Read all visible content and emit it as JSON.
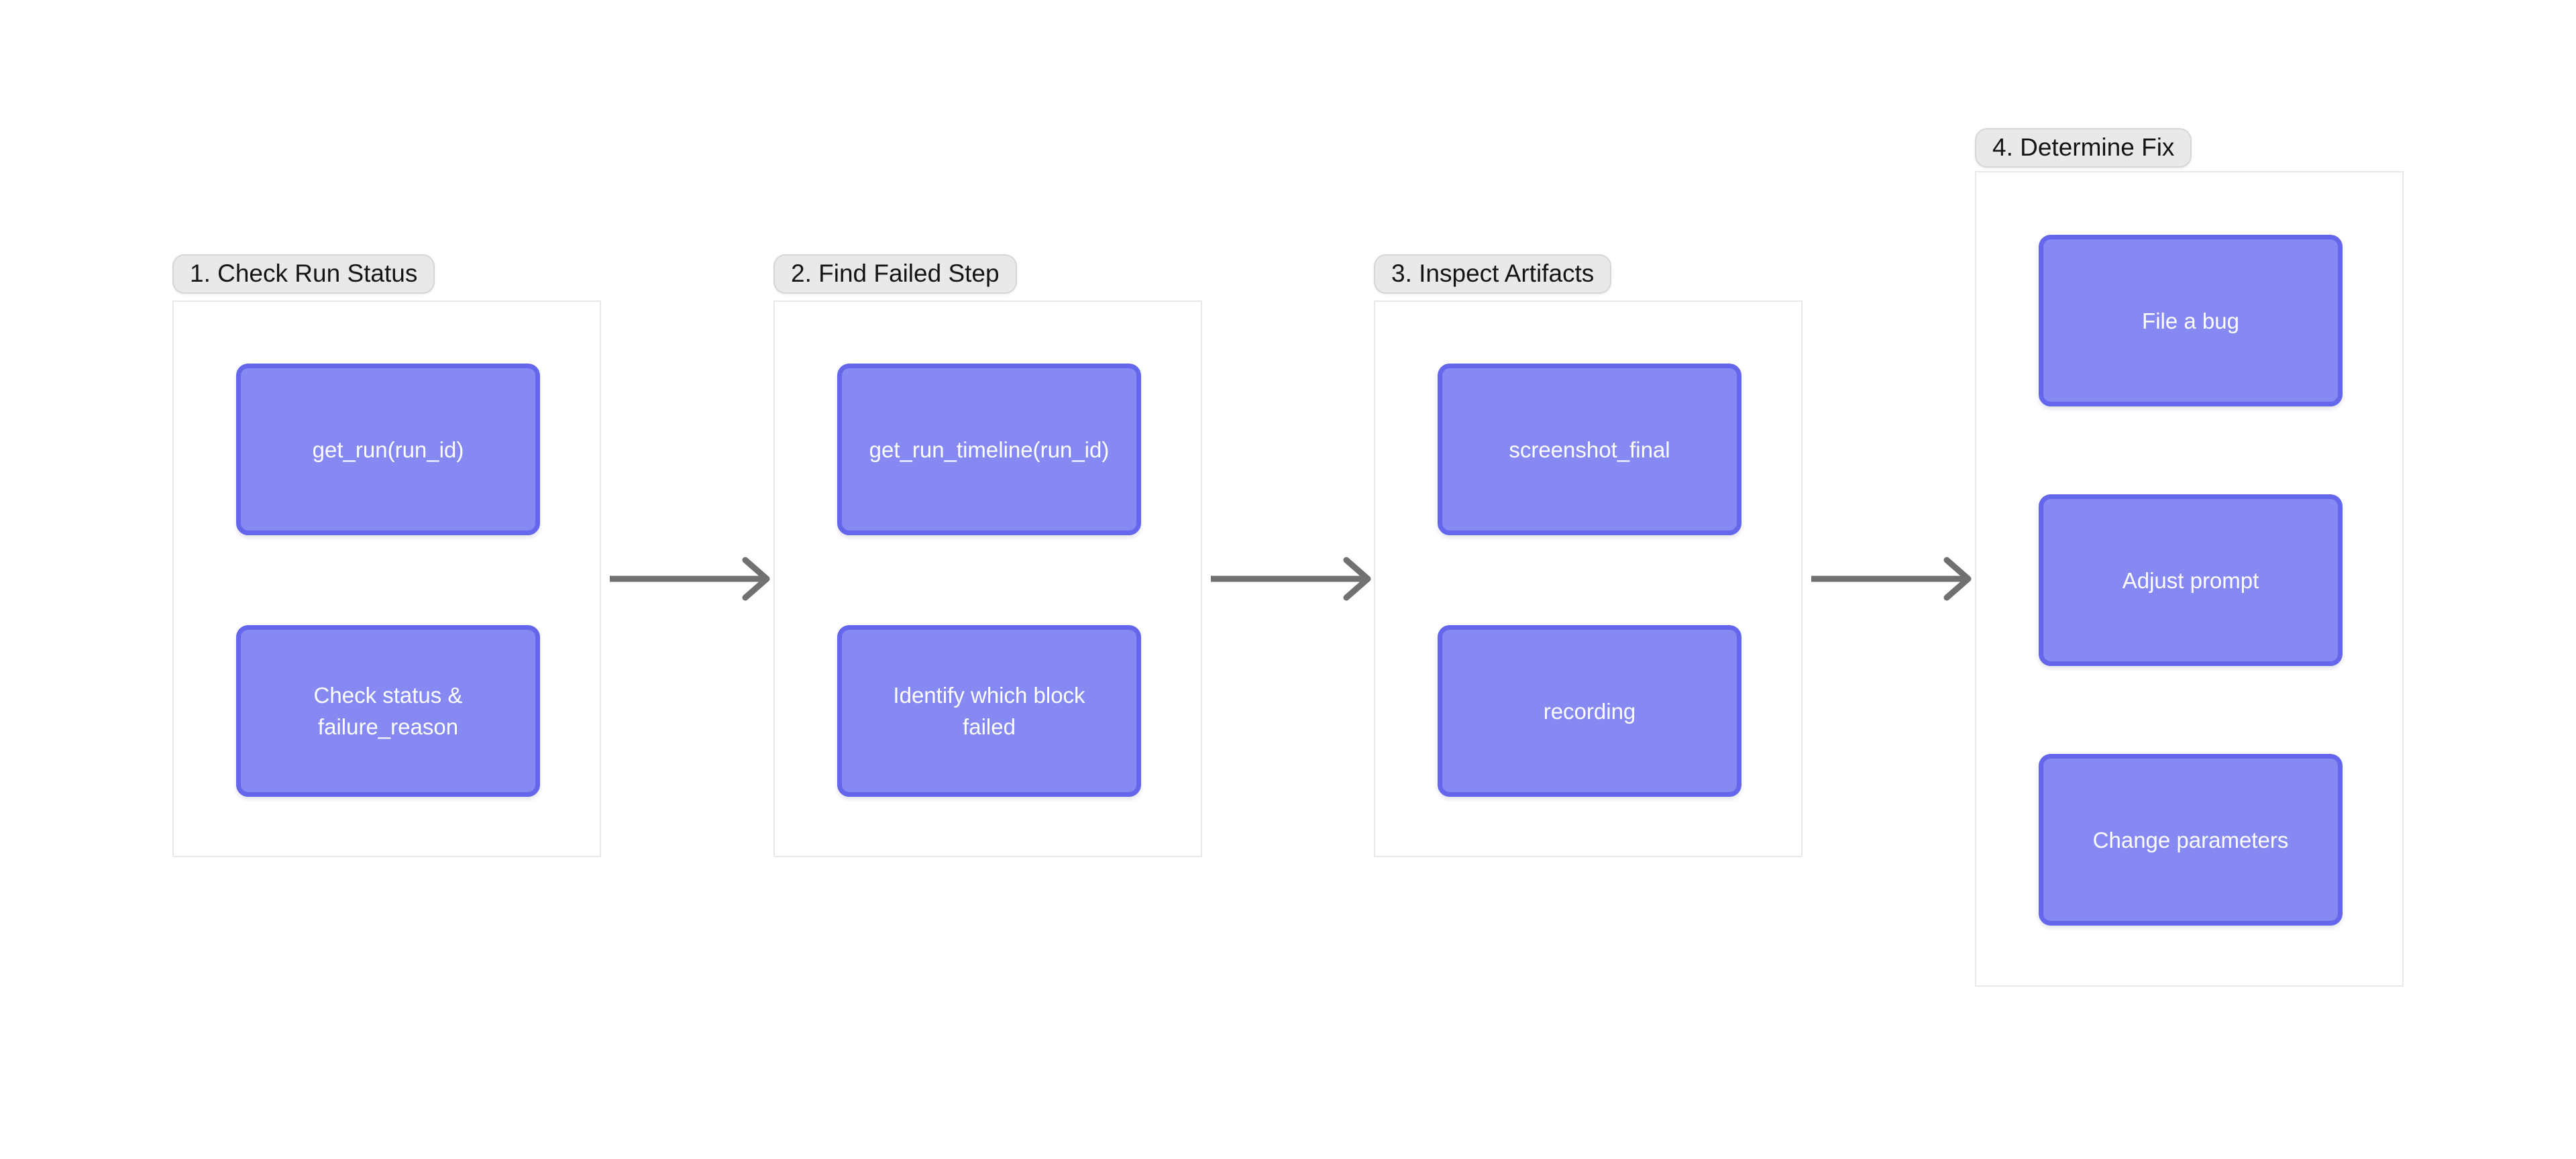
{
  "diagram": {
    "background": "#ffffff",
    "colors": {
      "node_fill": "#8689f2",
      "node_border": "#6467ec",
      "node_text": "#ffffff",
      "label_bg": "#e9e9e9",
      "label_border": "#d6d6d6",
      "label_text": "#141414",
      "frame_border": "#e9e9e9",
      "arrow": "#707070"
    },
    "groups": [
      {
        "label": "1. Check Run Status",
        "nodes": [
          "get_run(run_id)",
          "Check status & failure_reason"
        ]
      },
      {
        "label": "2. Find Failed Step",
        "nodes": [
          "get_run_timeline(run_id)",
          "Identify which block failed"
        ]
      },
      {
        "label": "3. Inspect Artifacts",
        "nodes": [
          "screenshot_final",
          "recording"
        ]
      },
      {
        "label": "4. Determine Fix",
        "nodes": [
          "File a bug",
          "Adjust prompt",
          "Change parameters"
        ]
      }
    ],
    "arrows": [
      {
        "from": "1. Check Run Status",
        "to": "2. Find Failed Step"
      },
      {
        "from": "2. Find Failed Step",
        "to": "3. Inspect Artifacts"
      },
      {
        "from": "3. Inspect Artifacts",
        "to": "4. Determine Fix"
      }
    ]
  }
}
